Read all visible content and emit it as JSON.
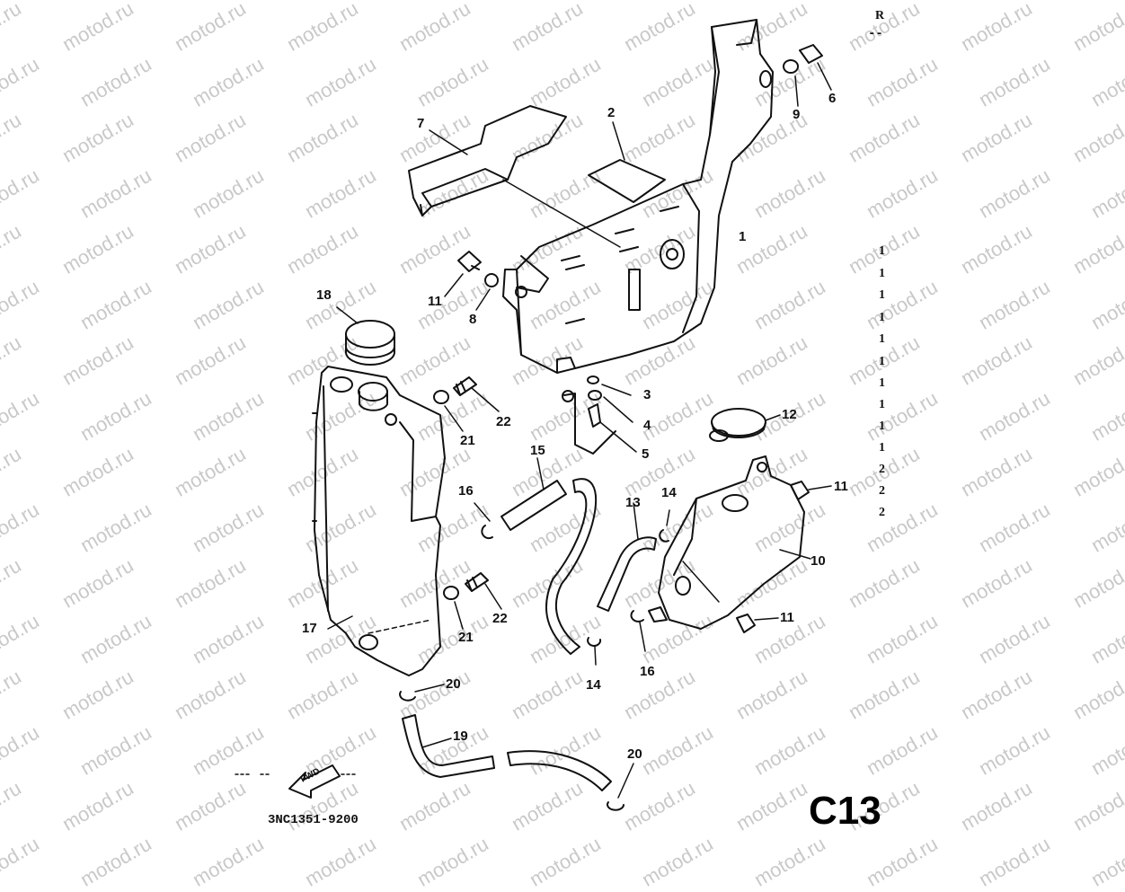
{
  "diagram": {
    "corner_letter": "R",
    "corner_mark": "--",
    "watermark_text": "motod.ru",
    "page_code": "C13",
    "part_code": "3NC1351-9200",
    "fwd_label": "FWD",
    "callouts": {
      "c1": "1",
      "c2": "2",
      "c3": "3",
      "c4": "4",
      "c5": "5",
      "c6": "6",
      "c7": "7",
      "c8": "8",
      "c9": "9",
      "c10": "10",
      "c11a": "11",
      "c11b": "11",
      "c11c": "11",
      "c12": "12",
      "c13": "13",
      "c14a": "14",
      "c14b": "14",
      "c15": "15",
      "c16a": "16",
      "c16b": "16",
      "c17": "17",
      "c18": "18",
      "c19": "19",
      "c20a": "20",
      "c20b": "20",
      "c21a": "21",
      "c21b": "21",
      "c22a": "22",
      "c22b": "22"
    },
    "edge_numbers": [
      "1",
      "1",
      "1",
      "1",
      "1",
      "1",
      "1",
      "1",
      "1",
      "1",
      "2",
      "2",
      "2"
    ]
  },
  "colors": {
    "line": "#111111",
    "watermark": "#c9c9c9",
    "background": "#ffffff"
  }
}
